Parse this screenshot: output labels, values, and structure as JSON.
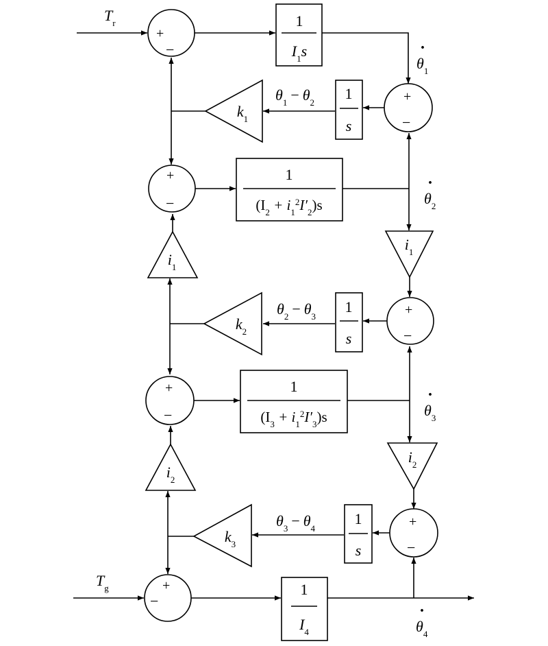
{
  "signals": {
    "Tr": {
      "base": "T",
      "sub": "r"
    },
    "Tg": {
      "base": "T",
      "sub": "g"
    },
    "theta1_dot": {
      "base": "θ",
      "sub": "1"
    },
    "theta2_dot": {
      "base": "θ",
      "sub": "2"
    },
    "theta3_dot": {
      "base": "θ",
      "sub": "3"
    },
    "theta4_dot": {
      "base": "θ",
      "sub": "4"
    },
    "dot_mark": "·"
  },
  "differences": {
    "d12": {
      "a": "θ",
      "a_sub": "1",
      "minus": "−",
      "b": "θ",
      "b_sub": "2"
    },
    "d23": {
      "a": "θ",
      "a_sub": "2",
      "minus": "−",
      "b": "θ",
      "b_sub": "3"
    },
    "d34": {
      "a": "θ",
      "a_sub": "3",
      "minus": "−",
      "b": "θ",
      "b_sub": "4"
    }
  },
  "blocks": {
    "one": "1",
    "s": "s",
    "I1s": {
      "I": "I",
      "sub": "1",
      "s": "s"
    },
    "I4": {
      "I": "I",
      "sub": "4"
    },
    "den2": {
      "open": "(I",
      "sub_a": "2",
      "plus": " + i",
      "sub_b": "1",
      "sup": "2",
      "mid": "I′",
      "sub_c": "2",
      "close": ")s"
    },
    "den3": {
      "open": "(I",
      "sub_a": "3",
      "plus": " + i",
      "sub_b": "1",
      "sup": "2",
      "mid": "I′",
      "sub_c": "3",
      "close": ")s"
    }
  },
  "gains": {
    "k1": {
      "base": "k",
      "sub": "1"
    },
    "k2": {
      "base": "k",
      "sub": "2"
    },
    "k3": {
      "base": "k",
      "sub": "3"
    },
    "i1": {
      "base": "i",
      "sub": "1"
    },
    "i2": {
      "base": "i",
      "sub": "2"
    }
  },
  "signs": {
    "plus": "+",
    "minus": "−"
  }
}
